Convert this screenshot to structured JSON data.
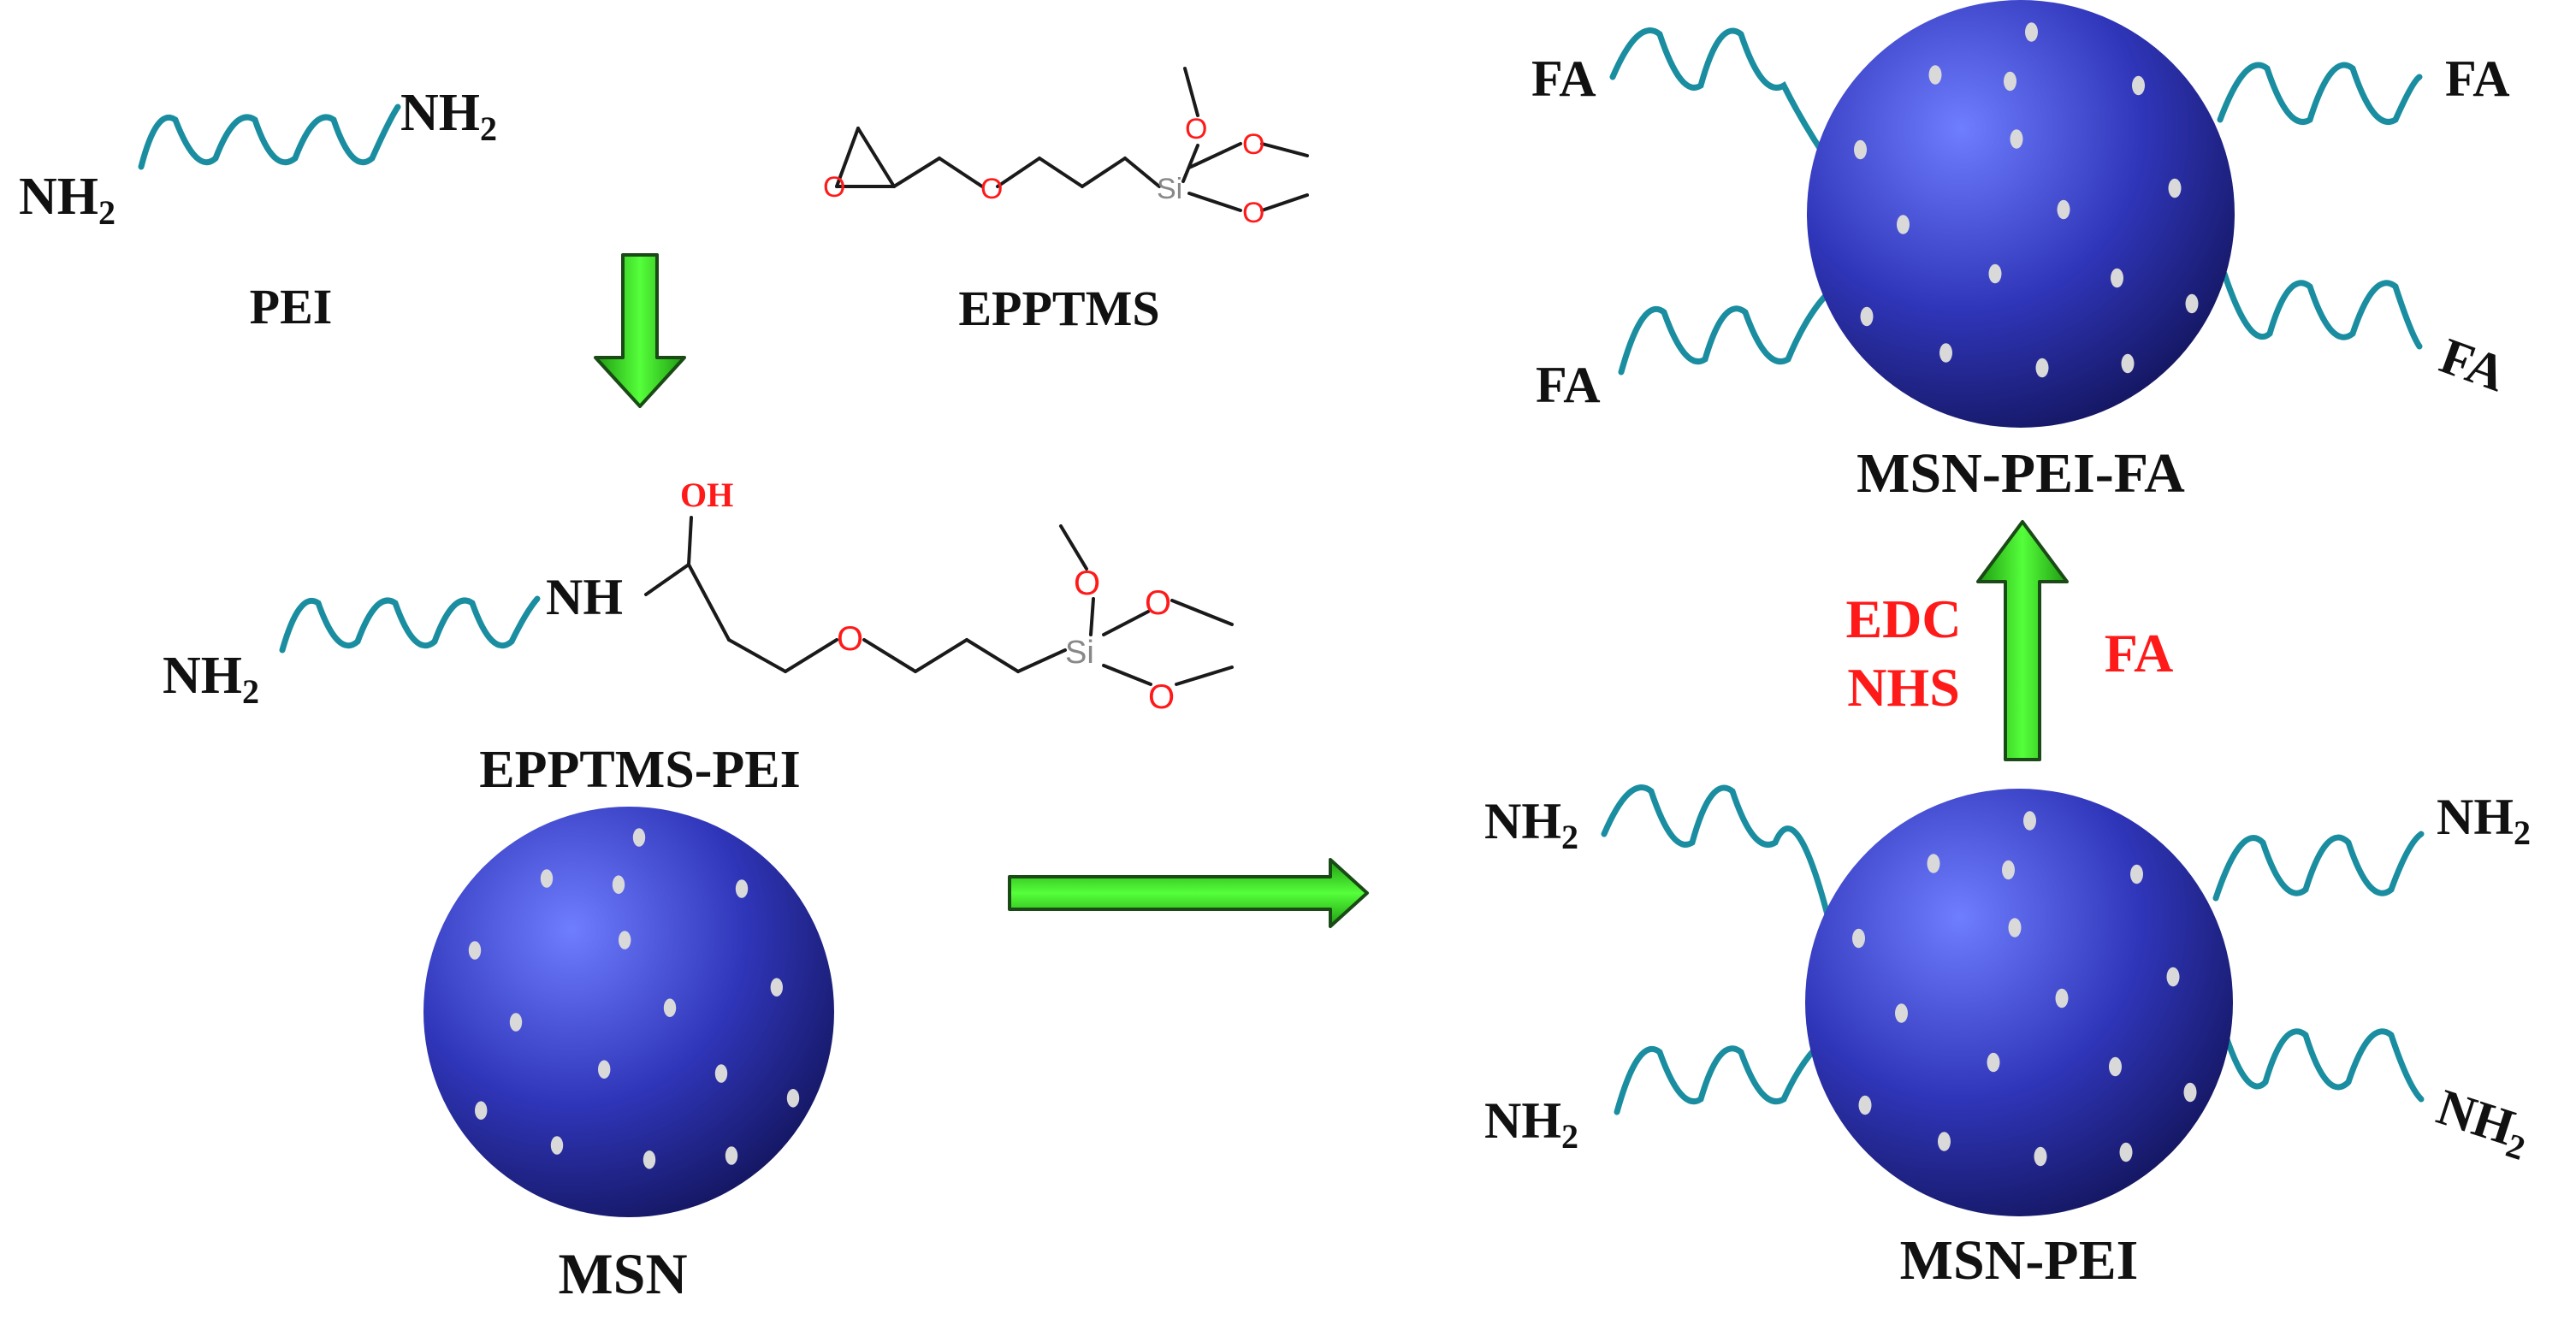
{
  "reactants": {
    "pei": {
      "name": "PEI",
      "end_left": "NH",
      "end_right": "NH",
      "sub": "2"
    },
    "epptms": {
      "name": "EPPTMS",
      "atom_o": "O",
      "atom_si": "Si"
    }
  },
  "intermediate": {
    "name": "EPPTMS-PEI",
    "amine_end": "NH",
    "sub": "2",
    "linker_nh": "NH",
    "hydroxyl": "OH",
    "atom_o": "O",
    "atom_si": "Si"
  },
  "nanoparticles": {
    "msn": {
      "name": "MSN"
    },
    "msn_pei": {
      "name": "MSN-PEI",
      "chain_end": "NH",
      "sub": "2"
    },
    "msn_pei_fa": {
      "name": "MSN-PEI-FA",
      "chain_end": "FA"
    }
  },
  "reaction_conditions": {
    "reagent_1": "EDC",
    "reagent_2": "NHS",
    "reactant": "FA"
  },
  "colors": {
    "chain": "#1a8ea0",
    "sphere_light": "#6f7dff",
    "sphere_mid": "#2f35b8",
    "sphere_dark": "#12145a",
    "pore": "#d9d9d9",
    "arrow_fill": "#33dd22",
    "arrow_edge": "#1a4a16",
    "bond": "#1a1a1a",
    "oxygen": "#ff1a1a",
    "silicon": "#888888",
    "reagent_text": "#ff1a1a",
    "label_text": "#111111"
  }
}
